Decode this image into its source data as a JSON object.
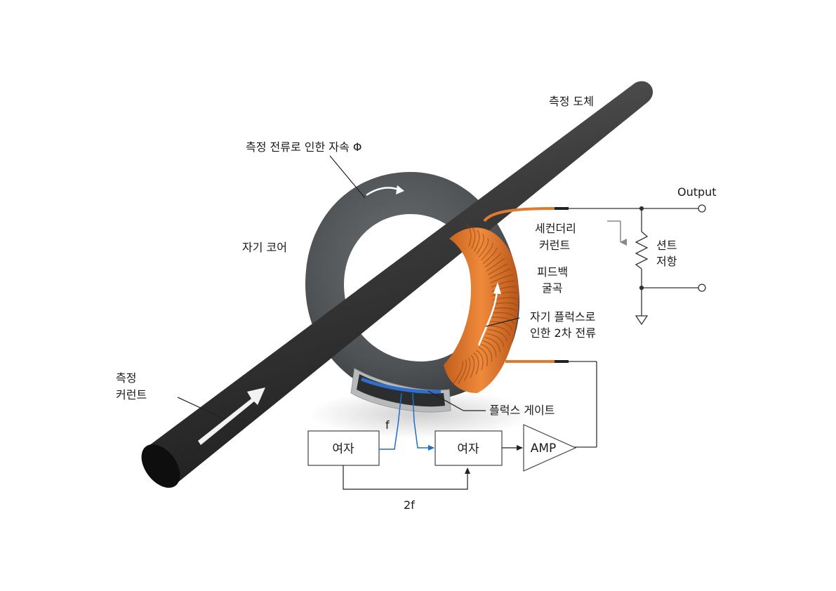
{
  "labels": {
    "conductor": "측정 도체",
    "flux": "측정 전류로 인한 자속 Φ",
    "core": "자기 코어",
    "measure_current_line1": "측정",
    "measure_current_line2": "커런트",
    "output": "Output",
    "secondary_line1": "세컨더리",
    "secondary_line2": "커런트",
    "shunt_line1": "션트",
    "shunt_line2": "저항",
    "feedback_line1": "피드백",
    "feedback_line2": "굴곡",
    "secondary_current_line1": "자기 플럭스로",
    "secondary_current_line2": "인한 2차 전류",
    "fluxgate": "플럭스 게이트",
    "freq_f": "f",
    "freq_2f": "2f"
  },
  "blocks": {
    "excite1": "여자",
    "excite2": "여자",
    "amp": "AMP"
  },
  "colors": {
    "conductor": "#3a3a3a",
    "core": "#55585b",
    "coil": "#e07a2e",
    "fluxgate": "#2f6fc9",
    "signal": "#1f6fc4",
    "wire": "#333333"
  }
}
